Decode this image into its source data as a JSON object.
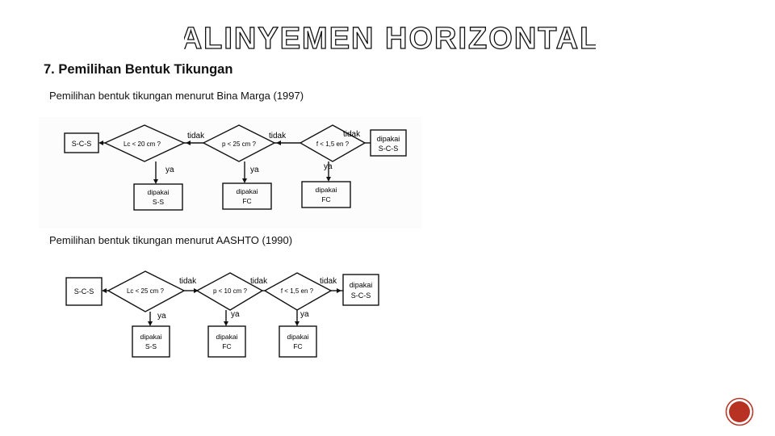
{
  "slide": {
    "title": "ALINYEMEN HORIZONTAL",
    "heading": "7. Pemilihan Bentuk Tikungan",
    "accent_color": "#c0392b"
  },
  "flow1": {
    "caption": "Pemilihan bentuk tikungan menurut Bina Marga (1997)",
    "start": "S-C-S",
    "cond1": "Lc < 20 cm ?",
    "cond2": "p < 25 cm ?",
    "cond3": "f < 1,5 en ?",
    "no1": "tidak",
    "no2": "tidak",
    "no3": "tidak",
    "yes1": "ya",
    "yes2": "ya",
    "yes3": "ya",
    "end_line1": "dipakai",
    "end_line2": "S-C-S",
    "out1_line1": "dipakai",
    "out1_line2": "S-S",
    "out2_line1": "dipakai",
    "out2_line2": "FC",
    "out3_line1": "dipakai",
    "out3_line2": "FC"
  },
  "flow2": {
    "caption": "Pemilihan bentuk tikungan menurut AASHTO (1990)",
    "start": "S-C-S",
    "cond1": "Lc < 25 cm ?",
    "cond2": "p < 10 cm ?",
    "cond3": "f < 1,5 en ?",
    "no1": "tidak",
    "no2": "tidak",
    "no3": "tidak",
    "yes1": "ya",
    "yes2": "ya",
    "yes3": "ya",
    "end_line1": "dipakai",
    "end_line2": "S-C-S",
    "out1_line1": "dipakai",
    "out1_line2": "S-S",
    "out2_line1": "dipakai",
    "out2_line2": "FC",
    "out3_line1": "dipakai",
    "out3_line2": "FC"
  }
}
